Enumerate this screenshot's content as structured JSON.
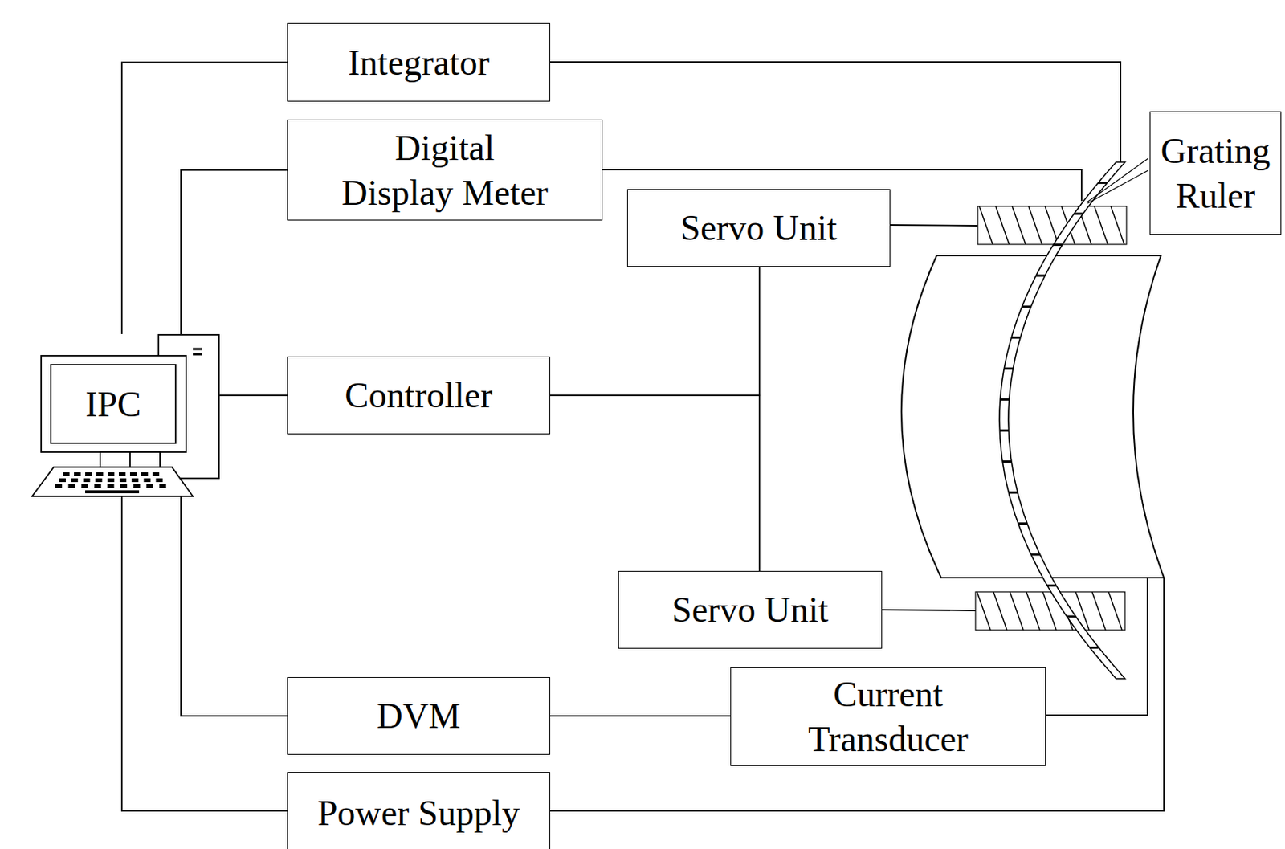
{
  "diagram": {
    "nodes": [
      {
        "text": [
          "Integrator"
        ]
      },
      {
        "text": [
          "Digital Display Meter"
        ]
      },
      {
        "text": [
          "Servo Unit"
        ]
      },
      {
        "text": [
          "Grating Ruler"
        ]
      },
      {
        "text": [
          "IPC"
        ]
      },
      {
        "text": [
          "Controller"
        ]
      },
      {
        "text": [
          "Servo Unit"
        ]
      },
      {
        "text": [
          "DVM"
        ]
      },
      {
        "text": [
          "Current Transducer"
        ]
      },
      {
        "text": [
          "Power Supply"
        ]
      }
    ],
    "edges": [
      {
        "from": 4,
        "to": 0,
        "arrow": "none"
      },
      {
        "from": 4,
        "to": 1,
        "arrow": "none"
      },
      {
        "from": 4,
        "to": 5,
        "arrow": "none"
      },
      {
        "from": 5,
        "to": 2,
        "arrow": "none"
      },
      {
        "from": 5,
        "to": 6,
        "arrow": "none"
      },
      {
        "from": 4,
        "to": 7,
        "arrow": "none"
      },
      {
        "from": 7,
        "to": 8,
        "arrow": "none"
      },
      {
        "from": 4,
        "to": 9,
        "arrow": "none"
      }
    ]
  }
}
